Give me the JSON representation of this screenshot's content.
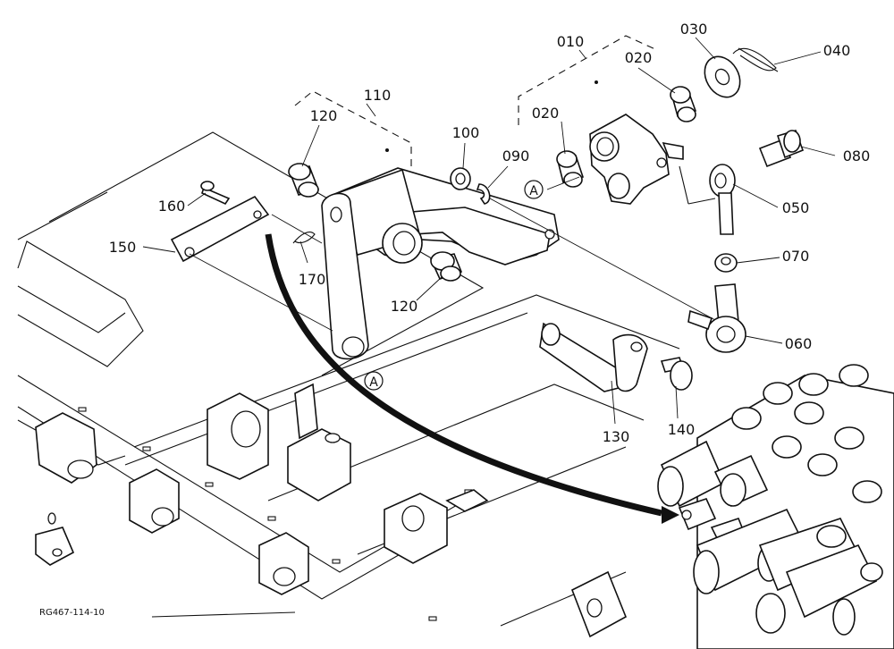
{
  "drawing_id": "RG467-114-10",
  "callouts": {
    "p010": "010",
    "p020a": "020",
    "p020b": "020",
    "p030": "030",
    "p040": "040",
    "p050": "050",
    "p060": "060",
    "p070": "070",
    "p080": "080",
    "p090": "090",
    "p100": "100",
    "p110": "110",
    "p120a": "120",
    "p120b": "120",
    "p130": "130",
    "p140": "140",
    "p150": "150",
    "p160": "160",
    "p170": "170"
  },
  "reference_marks": {
    "upper": "A",
    "lower": "A"
  }
}
